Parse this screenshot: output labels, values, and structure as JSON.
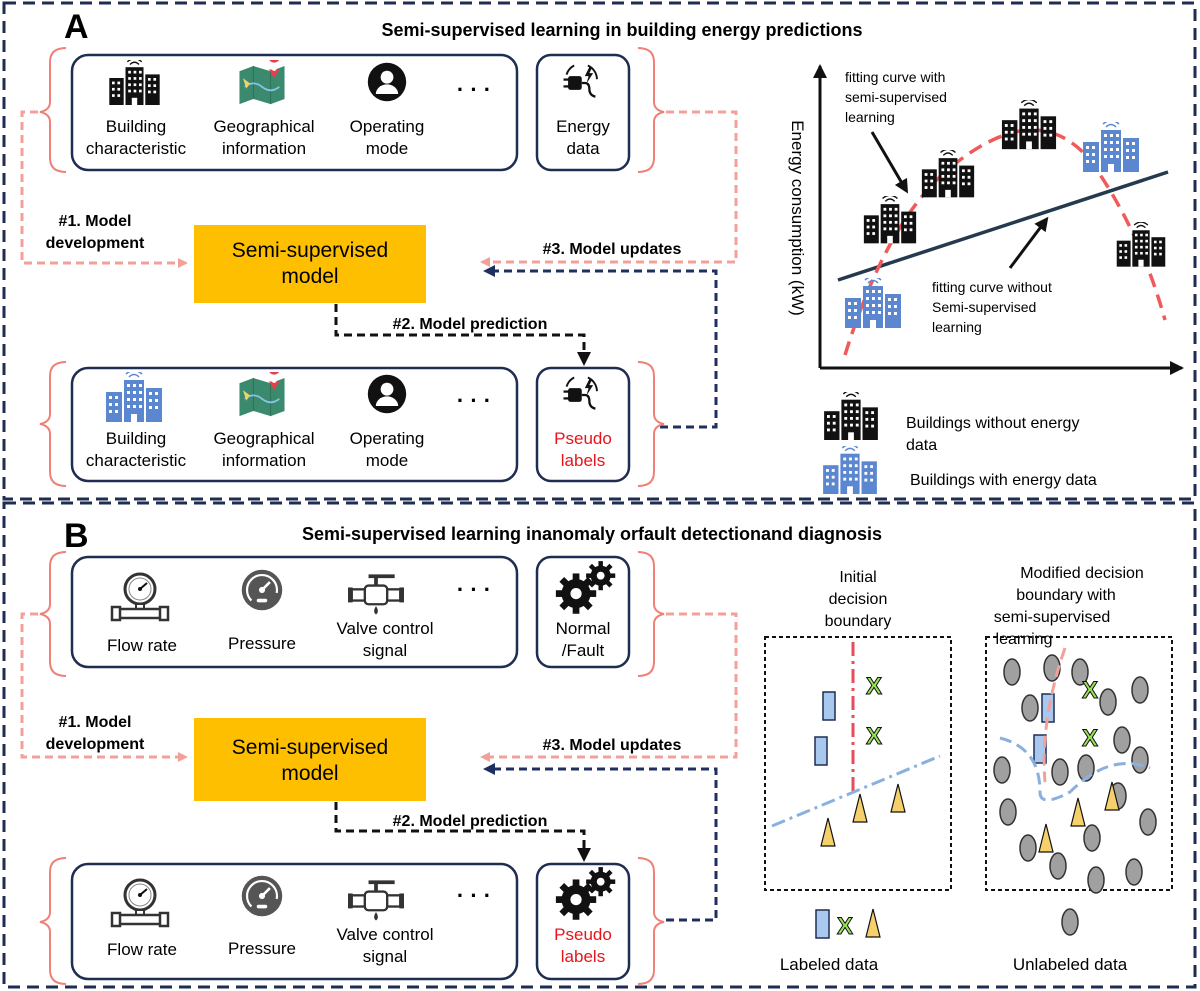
{
  "panel_a": {
    "letter": "A",
    "title": "Semi-supervised learning in building energy predictions",
    "input_row": {
      "items": [
        {
          "icon": "buildings-black-icon",
          "label": [
            "Building",
            "characteristic"
          ]
        },
        {
          "icon": "map-pin-icon",
          "label": [
            "Geographical",
            "information"
          ]
        },
        {
          "icon": "user-avatar-icon",
          "label": [
            "Operating",
            "mode"
          ]
        }
      ],
      "ellipsis": "· · ·",
      "target": {
        "icon": "power-plug-icon",
        "label": [
          "Energy",
          "data"
        ]
      }
    },
    "model": [
      "Semi-supervised",
      "model"
    ],
    "arrows": {
      "development": [
        "#1. Model",
        "development"
      ],
      "prediction": "#2. Model prediction",
      "updates": "#3. Model updates"
    },
    "output_row": {
      "items": [
        {
          "icon": "buildings-blue-icon",
          "label": [
            "Building",
            "characteristic"
          ]
        },
        {
          "icon": "map-pin-icon",
          "label": [
            "Geographical",
            "information"
          ]
        },
        {
          "icon": "user-avatar-icon",
          "label": [
            "Operating",
            "mode"
          ]
        }
      ],
      "ellipsis": "· · ·",
      "target": {
        "icon": "power-plug-icon",
        "label": [
          "Pseudo",
          "labels"
        ]
      }
    },
    "plot": {
      "ylabel": "Energy consumption  (kW)",
      "ann_semi": [
        "fitting curve with",
        "semi-supervised",
        "learning"
      ],
      "ann_nosemi": [
        "fitting curve without",
        "Semi-supervised",
        "learning"
      ]
    },
    "legend": [
      {
        "icon": "buildings-black-icon",
        "label": [
          "Buildings without energy",
          "data"
        ]
      },
      {
        "icon": "buildings-blue-icon",
        "label": [
          "Buildings with energy data"
        ]
      }
    ]
  },
  "panel_b": {
    "letter": "B",
    "title": "Semi-supervised learning inanomaly orfault detectionand diagnosis",
    "input_row": {
      "items": [
        {
          "icon": "flow-meter-icon",
          "label": [
            "Flow rate"
          ]
        },
        {
          "icon": "pressure-gauge-icon",
          "label": [
            "Pressure"
          ]
        },
        {
          "icon": "valve-icon",
          "label": [
            "Valve control",
            "signal"
          ]
        }
      ],
      "ellipsis": "· · ·",
      "target": {
        "icon": "gears-icon",
        "label": [
          "Normal",
          "/Fault"
        ]
      }
    },
    "model": [
      "Semi-supervised",
      "model"
    ],
    "arrows": {
      "development": [
        "#1. Model",
        "development"
      ],
      "prediction": "#2. Model prediction",
      "updates": "#3. Model updates"
    },
    "output_row": {
      "items": [
        {
          "icon": "flow-meter-icon",
          "label": [
            "Flow rate"
          ]
        },
        {
          "icon": "pressure-gauge-icon",
          "label": [
            "Pressure"
          ]
        },
        {
          "icon": "valve-icon",
          "label": [
            "Valve control",
            "signal"
          ]
        }
      ],
      "ellipsis": "· · ·",
      "target": {
        "icon": "gears-icon",
        "label": [
          "Pseudo",
          "labels"
        ]
      }
    },
    "boundary_initial": [
      "Initial",
      "decision",
      "boundary"
    ],
    "boundary_modified": [
      "Modified decision",
      "boundary with",
      "semi-supervised",
      "learning"
    ],
    "legend_labeled": "Labeled data",
    "legend_unlabeled": "Unlabeled data"
  },
  "colors": {
    "frame": "#1f2d52",
    "model": "#fdbf00",
    "salmon": "#f4a09a",
    "navy": "#1f3060",
    "pseudo": "#e8141b",
    "blue_building": "#5b87d0",
    "curve": "#ef5a5a",
    "line": "#25394f"
  }
}
